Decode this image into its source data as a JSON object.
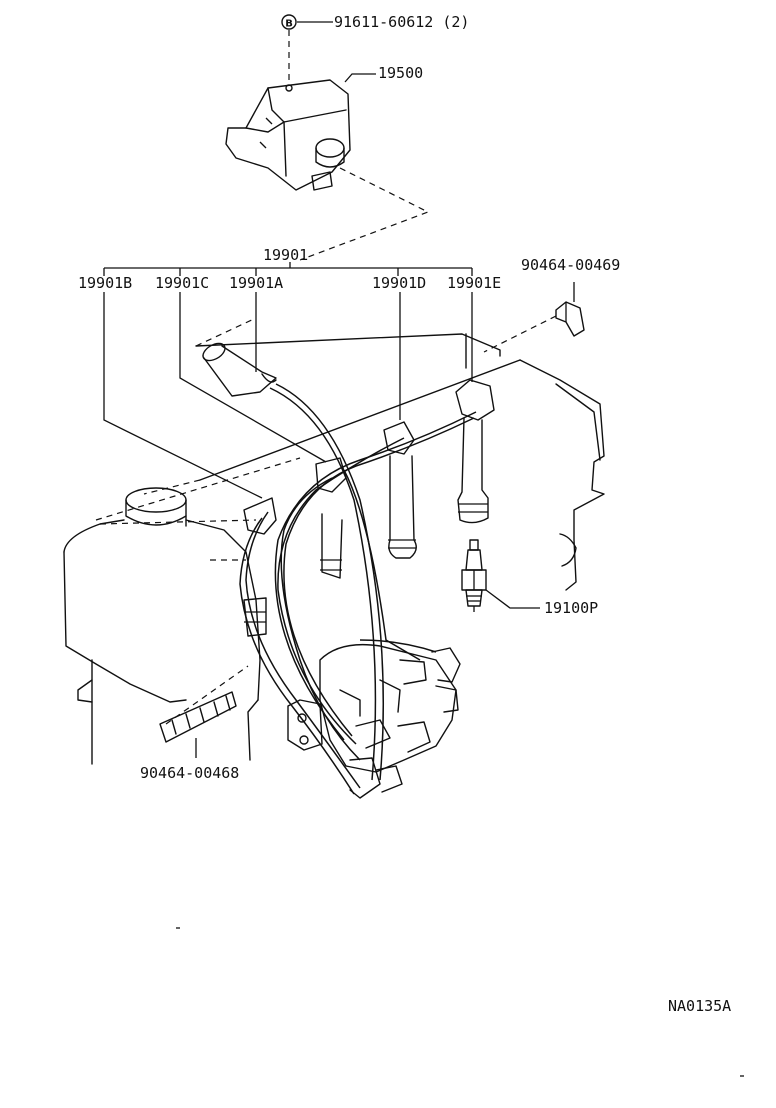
{
  "callouts": {
    "bolt_symbol": "B",
    "bolt": "91611-60612 (2)",
    "coil": "19500",
    "cord_set": "19901",
    "cord_b": "19901B",
    "cord_c": "19901C",
    "cord_a": "19901A",
    "cord_d": "19901D",
    "cord_e": "19901E",
    "clamp_upper": "90464-00469",
    "spark_plug": "19100P",
    "clamp_lower": "90464-00468",
    "drawing_code": "NA0135A"
  }
}
